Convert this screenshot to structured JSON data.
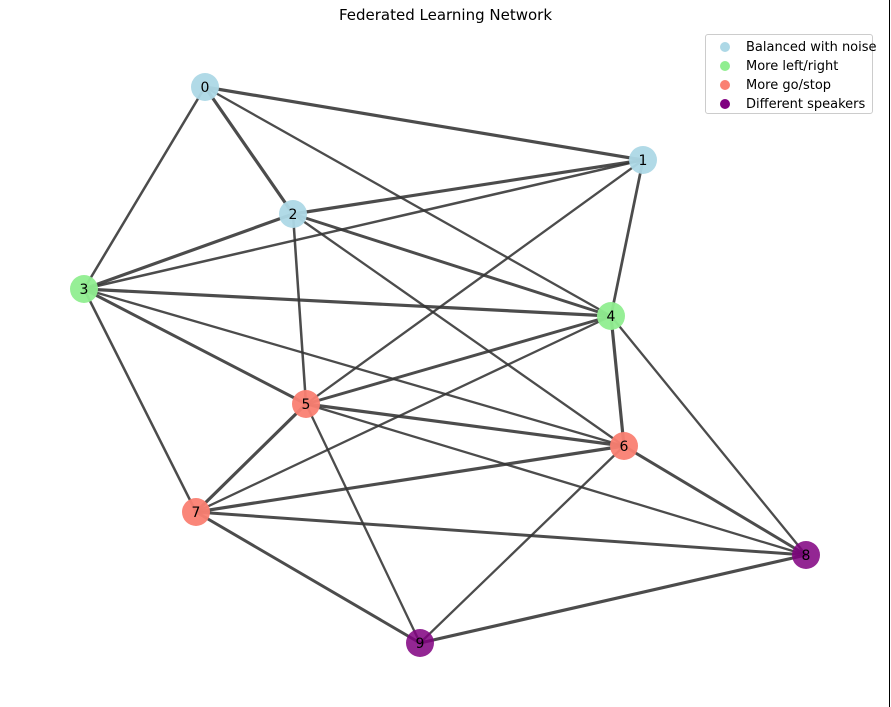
{
  "title": "Federated Learning Network",
  "legend": {
    "items": [
      {
        "label": "Balanced with noise",
        "color": "#add8e6"
      },
      {
        "label": "More left/right",
        "color": "#90ee90"
      },
      {
        "label": "More go/stop",
        "color": "#fa8072"
      },
      {
        "label": "Different speakers",
        "color": "#800080"
      }
    ]
  },
  "graph": {
    "edge_color": "#333333",
    "nodes": [
      {
        "id": "0",
        "group": 0
      },
      {
        "id": "1",
        "group": 0
      },
      {
        "id": "2",
        "group": 0
      },
      {
        "id": "3",
        "group": 1
      },
      {
        "id": "4",
        "group": 1
      },
      {
        "id": "5",
        "group": 2
      },
      {
        "id": "6",
        "group": 2
      },
      {
        "id": "7",
        "group": 2
      },
      {
        "id": "8",
        "group": 3
      },
      {
        "id": "9",
        "group": 3
      }
    ],
    "edges": [
      {
        "source": "0",
        "target": "1",
        "weight": 0.9
      },
      {
        "source": "0",
        "target": "2",
        "weight": 0.9
      },
      {
        "source": "0",
        "target": "3",
        "weight": 0.6
      },
      {
        "source": "0",
        "target": "4",
        "weight": 0.5
      },
      {
        "source": "1",
        "target": "2",
        "weight": 0.9
      },
      {
        "source": "1",
        "target": "3",
        "weight": 0.6
      },
      {
        "source": "1",
        "target": "4",
        "weight": 0.7
      },
      {
        "source": "1",
        "target": "5",
        "weight": 0.5
      },
      {
        "source": "2",
        "target": "3",
        "weight": 0.9
      },
      {
        "source": "2",
        "target": "4",
        "weight": 0.8
      },
      {
        "source": "2",
        "target": "5",
        "weight": 0.6
      },
      {
        "source": "2",
        "target": "6",
        "weight": 0.5
      },
      {
        "source": "3",
        "target": "4",
        "weight": 0.9
      },
      {
        "source": "3",
        "target": "5",
        "weight": 0.8
      },
      {
        "source": "3",
        "target": "6",
        "weight": 0.5
      },
      {
        "source": "3",
        "target": "7",
        "weight": 0.6
      },
      {
        "source": "4",
        "target": "5",
        "weight": 0.8
      },
      {
        "source": "4",
        "target": "6",
        "weight": 0.9
      },
      {
        "source": "4",
        "target": "7",
        "weight": 0.5
      },
      {
        "source": "4",
        "target": "8",
        "weight": 0.5
      },
      {
        "source": "5",
        "target": "6",
        "weight": 0.9
      },
      {
        "source": "5",
        "target": "7",
        "weight": 0.9
      },
      {
        "source": "5",
        "target": "8",
        "weight": 0.5
      },
      {
        "source": "5",
        "target": "9",
        "weight": 0.5
      },
      {
        "source": "6",
        "target": "7",
        "weight": 0.9
      },
      {
        "source": "6",
        "target": "8",
        "weight": 0.8
      },
      {
        "source": "6",
        "target": "9",
        "weight": 0.5
      },
      {
        "source": "7",
        "target": "8",
        "weight": 0.8
      },
      {
        "source": "7",
        "target": "9",
        "weight": 0.8
      },
      {
        "source": "8",
        "target": "9",
        "weight": 0.9
      }
    ]
  }
}
